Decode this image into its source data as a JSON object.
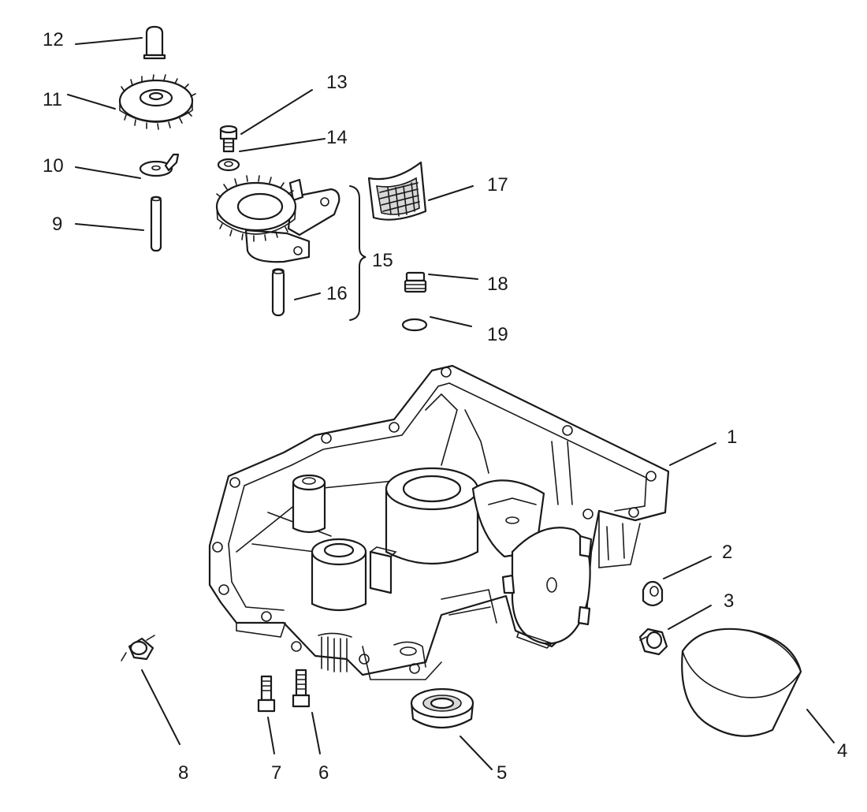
{
  "callouts": {
    "c1": "1",
    "c2": "2",
    "c3": "3",
    "c4": "4",
    "c5": "5",
    "c6": "6",
    "c7": "7",
    "c8": "8",
    "c9": "9",
    "c10": "10",
    "c11": "11",
    "c12": "12",
    "c13": "13",
    "c14": "14",
    "c15": "15",
    "c16": "16",
    "c17": "17",
    "c18": "18",
    "c19": "19"
  },
  "colors": {
    "ink": "#1a1a1a",
    "paper": "#ffffff",
    "shade": "#d8d8d8"
  }
}
